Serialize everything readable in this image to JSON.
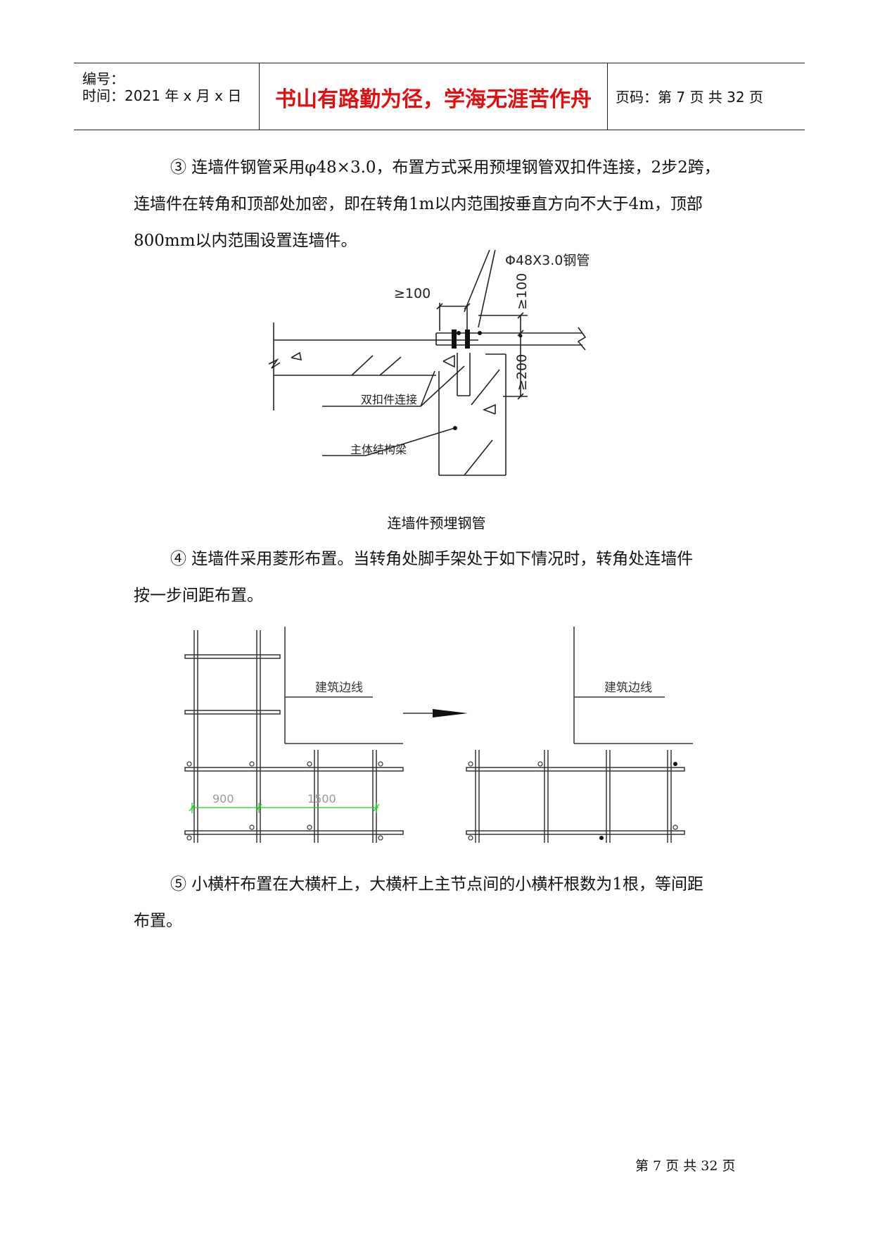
{
  "header": {
    "number_label": "编号：",
    "time_label": "时间：2021 年 x 月 x 日",
    "motto": "书山有路勤为径，学海无涯苦作舟",
    "page_label": "页码：第 7 页  共 32 页"
  },
  "body": {
    "para3_line1": "③ 连墙件钢管采用φ48×3.0，布置方式采用预埋钢管双扣件连接，2步2跨，",
    "para3_line2": "连墙件在转角和顶部处加密，即在转角1m以内范围按垂直方向不大于4m，顶部",
    "para3_line3": "800mm以内范围设置连墙件。",
    "caption1": "连墙件预埋钢管",
    "para4_line1": "④ 连墙件采用菱形布置。当转角处脚手架处于如下情况时，转角处连墙件",
    "para4_line2": "按一步间距布置。",
    "para5_line1": "⑤ 小横杆布置在大横杆上，大横杆上主节点间的小横杆根数为1根，等间距",
    "para5_line2": "布置。"
  },
  "diagram1": {
    "pipe_label": "Φ48X3.0钢管",
    "dim_horizontal": "≥100",
    "dim_vertical_top": "≥100",
    "dim_vertical_bottom": "≥200",
    "double_clamp_label": "双扣件连接",
    "beam_label": "主体结构梁"
  },
  "diagram2": {
    "building_edge_left": "建筑边线",
    "building_edge_right": "建筑边线",
    "dim_900": "900",
    "dim_1500": "1500",
    "dim_color": "#22cc22"
  },
  "footer": {
    "page_text": "第 7 页 共 32 页"
  }
}
